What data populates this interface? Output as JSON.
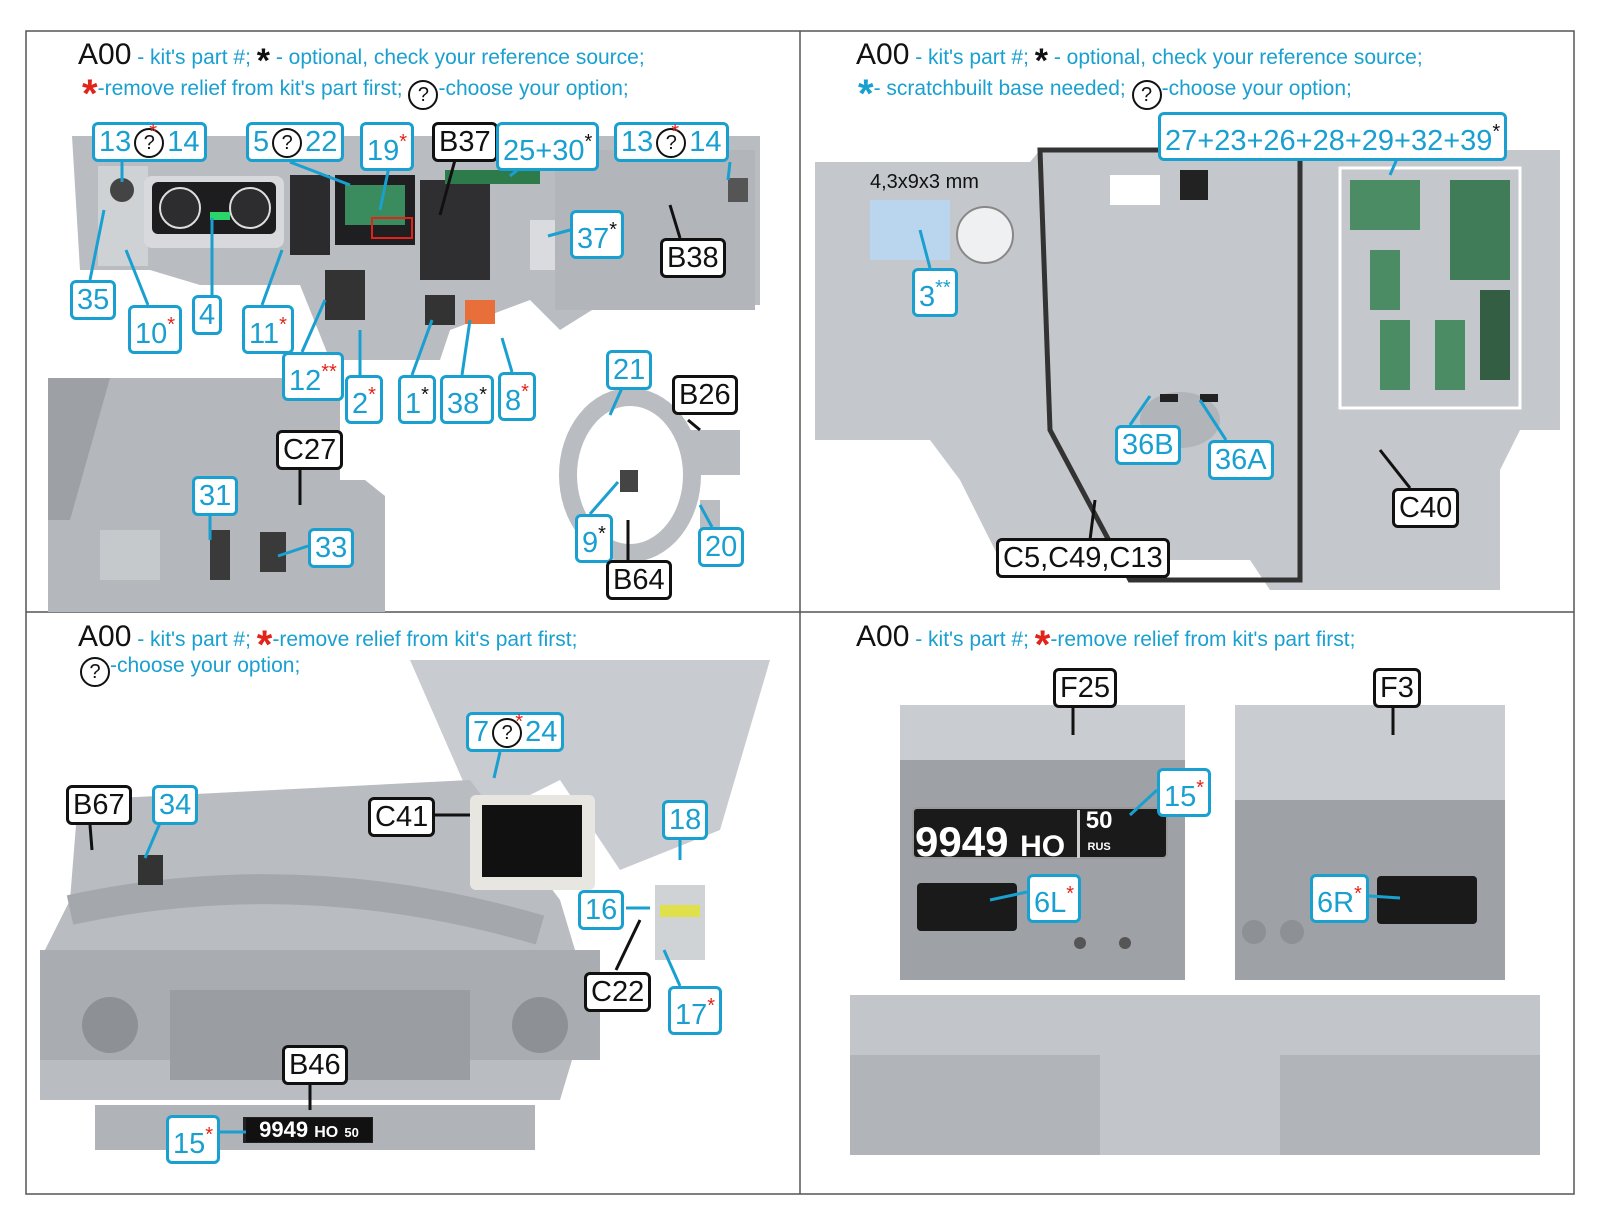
{
  "panels": [
    {
      "legend": [
        [
          {
            "t": "A00",
            "s": "code"
          },
          {
            "t": " - kit's part #;  "
          },
          {
            "t": "*",
            "s": "blk"
          },
          {
            "t": "  - optional, check your reference source;"
          }
        ],
        [
          {
            "t": "*",
            "s": "red"
          },
          {
            "t": "-remove relief from kit's part first;  "
          },
          {
            "t": "?",
            "s": "q"
          },
          {
            "t": "-choose your option;"
          }
        ]
      ],
      "labels": [
        {
          "text": "13",
          "q": "14",
          "sup": "*",
          "supc": "red",
          "style": "blue"
        },
        {
          "text": "5",
          "q": "22",
          "style": "blue"
        },
        {
          "text": "19",
          "sup": "*",
          "supc": "red",
          "style": "blue"
        },
        {
          "text": "B37",
          "style": "black"
        },
        {
          "text": "25+30",
          "sup": "*",
          "supc": "black",
          "style": "blue"
        },
        {
          "text": "13",
          "q": "14",
          "sup": "*",
          "supc": "red",
          "style": "blue"
        },
        {
          "text": "37",
          "sup": "*",
          "supc": "black",
          "style": "blue"
        },
        {
          "text": "B38",
          "style": "black"
        },
        {
          "text": "35",
          "style": "blue"
        },
        {
          "text": "10",
          "sup": "*",
          "supc": "red",
          "style": "blue"
        },
        {
          "text": "4",
          "style": "blue"
        },
        {
          "text": "11",
          "sup": "*",
          "supc": "red",
          "style": "blue"
        },
        {
          "text": "12",
          "sup": "**",
          "supc": "mixed",
          "style": "blue"
        },
        {
          "text": "2",
          "sup": "*",
          "supc": "red",
          "style": "blue"
        },
        {
          "text": "1",
          "sup": "*",
          "supc": "black",
          "style": "blue"
        },
        {
          "text": "38",
          "sup": "*",
          "supc": "black",
          "style": "blue"
        },
        {
          "text": "8",
          "sup": "*",
          "supc": "red",
          "style": "blue"
        },
        {
          "text": "21",
          "style": "blue"
        },
        {
          "text": "B26",
          "style": "black"
        },
        {
          "text": "C27",
          "style": "black"
        },
        {
          "text": "31",
          "style": "blue"
        },
        {
          "text": "33",
          "style": "blue"
        },
        {
          "text": "9",
          "sup": "*",
          "supc": "black",
          "style": "blue"
        },
        {
          "text": "20",
          "style": "blue"
        },
        {
          "text": "B64",
          "style": "black"
        }
      ]
    },
    {
      "legend": [
        [
          {
            "t": "A00",
            "s": "code"
          },
          {
            "t": " - kit's part #;  "
          },
          {
            "t": "*",
            "s": "blk"
          },
          {
            "t": "  - optional, check your reference source;"
          }
        ],
        [
          {
            "t": "*",
            "s": "blue"
          },
          {
            "t": "- scratchbuilt base needed;  "
          },
          {
            "t": "?",
            "s": "q"
          },
          {
            "t": "-choose your option;"
          }
        ]
      ],
      "labels": [
        {
          "text": "27+23+26+28+29+32+39",
          "sup": "*",
          "supc": "black",
          "style": "blue"
        },
        {
          "text": "4,3x9x3 mm",
          "style": "plain"
        },
        {
          "text": "3",
          "sup": "**",
          "supc": "mixed2",
          "style": "blue"
        },
        {
          "text": "36B",
          "style": "blue"
        },
        {
          "text": "36A",
          "style": "blue"
        },
        {
          "text": "C40",
          "style": "black"
        },
        {
          "text": "C5,C49,C13",
          "style": "black"
        }
      ]
    },
    {
      "legend": [
        [
          {
            "t": "A00",
            "s": "code"
          },
          {
            "t": " - kit's part #;  "
          },
          {
            "t": "*",
            "s": "red"
          },
          {
            "t": "-remove relief from kit's part first;"
          }
        ],
        [
          {
            "t": "?",
            "s": "q"
          },
          {
            "t": "-choose your option;"
          }
        ]
      ],
      "labels": [
        {
          "text": "7",
          "q": "24",
          "sup": "*",
          "supc": "red",
          "style": "blue"
        },
        {
          "text": "B67",
          "style": "black"
        },
        {
          "text": "34",
          "style": "blue"
        },
        {
          "text": "C41",
          "style": "black"
        },
        {
          "text": "18",
          "style": "blue"
        },
        {
          "text": "16",
          "style": "blue"
        },
        {
          "text": "C22",
          "style": "black"
        },
        {
          "text": "17",
          "sup": "*",
          "supc": "red",
          "style": "blue"
        },
        {
          "text": "B46",
          "style": "black"
        },
        {
          "text": "15",
          "sup": "*",
          "supc": "red",
          "style": "blue"
        }
      ]
    },
    {
      "legend": [
        [
          {
            "t": "A00",
            "s": "code"
          },
          {
            "t": " - kit's part #;  "
          },
          {
            "t": "*",
            "s": "red"
          },
          {
            "t": "-remove relief from kit's part first;"
          }
        ]
      ],
      "labels": [
        {
          "text": "F25",
          "style": "black"
        },
        {
          "text": "F3",
          "style": "black"
        },
        {
          "text": "15",
          "sup": "*",
          "supc": "red",
          "style": "blue"
        },
        {
          "text": "6L",
          "sup": "*",
          "supc": "red",
          "style": "blue"
        },
        {
          "text": "6R",
          "sup": "*",
          "supc": "red",
          "style": "blue"
        }
      ]
    }
  ],
  "plate": {
    "number": "9949",
    "letters": "НО",
    "region": "50",
    "country": "RUS"
  }
}
